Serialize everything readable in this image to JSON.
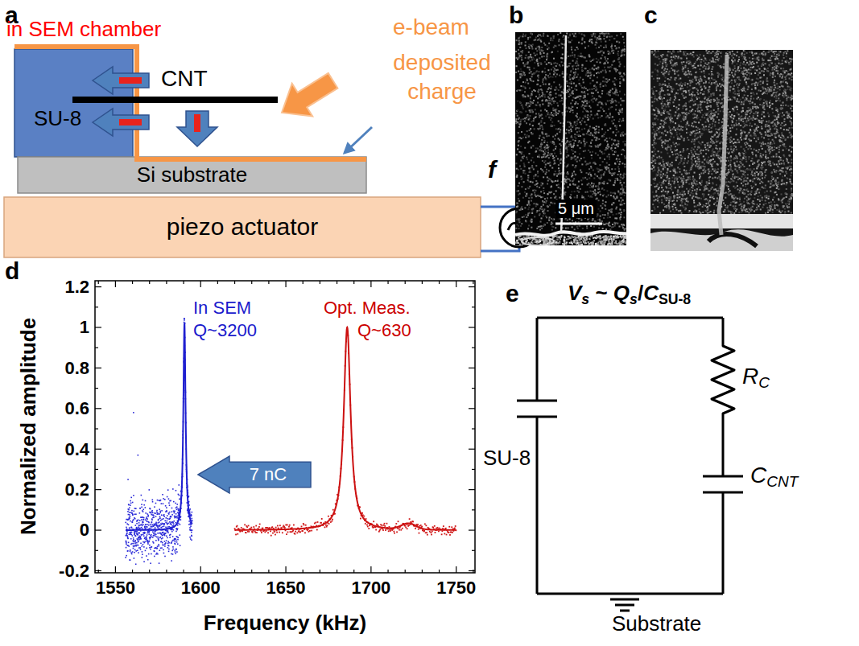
{
  "diagram": {
    "nodes": [
      {
        "text": [
          "SU-8"
        ]
      },
      {
        "text": [
          "Si substrate"
        ]
      },
      {
        "text": [
          "piezo actuator"
        ]
      },
      {
        "text": [
          "7 nC"
        ]
      }
    ],
    "labels": [
      "a",
      "in SEM chamber",
      "CNT",
      "e-beam",
      "deposited charge",
      "f",
      "b",
      "c",
      "5 μm",
      "d",
      "1.2",
      "1",
      "0.8",
      "0.6",
      "0.4",
      "0.2",
      "0",
      "-0.2",
      "1550",
      "1600",
      "1650",
      "1700",
      "1750",
      "Normalized amplitude",
      "Frequency (kHz)",
      "In SEM",
      "Q~3200",
      "Opt. Meas.",
      "Q~630",
      "e",
      "Vs ~ Qs/CSU-8",
      "RC",
      "CCNT",
      "SU-8",
      "Substrate"
    ]
  }
}
